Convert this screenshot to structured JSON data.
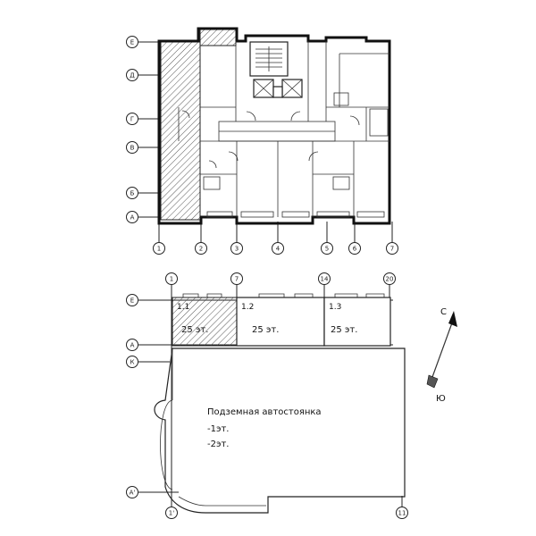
{
  "floor_plan": {
    "row_axes": [
      "Е",
      "Д",
      "Г",
      "В",
      "Б",
      "А"
    ],
    "column_axes": [
      "1",
      "2",
      "3",
      "4",
      "5",
      "6",
      "7"
    ]
  },
  "site_plan": {
    "row_axes": [
      "Е",
      "А",
      "К",
      "А'"
    ],
    "column_axes_top": [
      "1",
      "7",
      "14",
      "20"
    ],
    "column_axes_bottom": [
      "1'",
      "11"
    ],
    "sections": [
      {
        "number": "1.1",
        "floors": "25 эт.",
        "highlighted": true
      },
      {
        "number": "1.2",
        "floors": "25 эт.",
        "highlighted": false
      },
      {
        "number": "1.3",
        "floors": "25 эт.",
        "highlighted": false
      }
    ],
    "parking": {
      "title": "Подземная автостоянка",
      "levels": [
        "-1эт.",
        "-2эт."
      ]
    }
  },
  "north_arrow": {
    "north": "С",
    "south": "Ю"
  }
}
